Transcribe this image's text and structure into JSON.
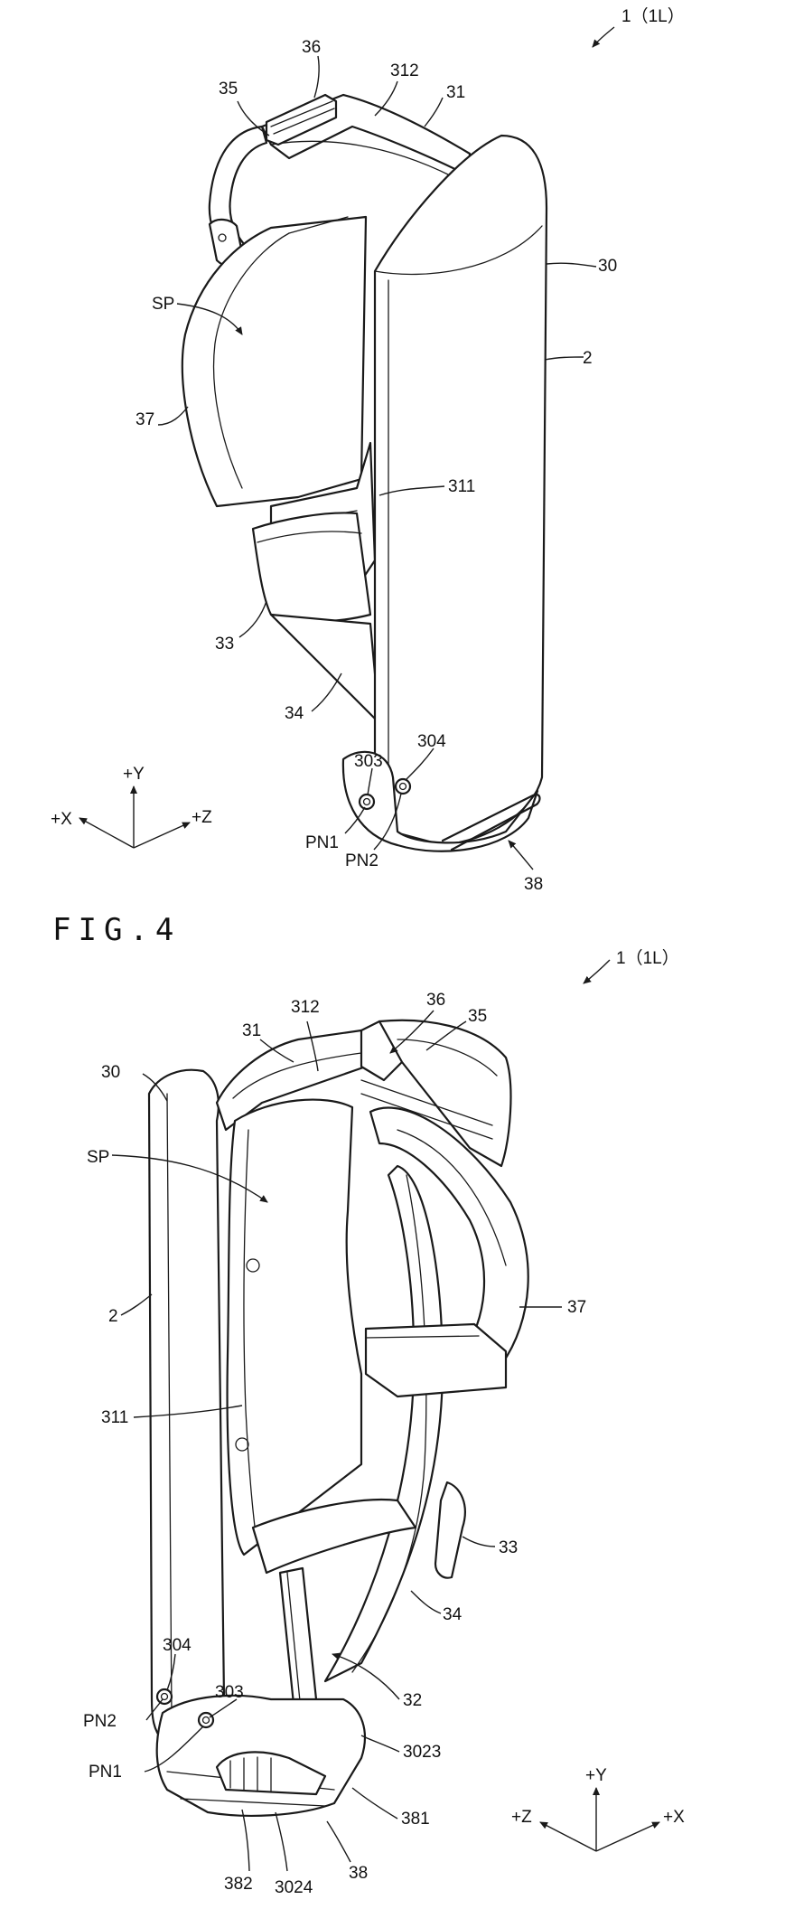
{
  "figure_top": {
    "ref_label": "1（1L）",
    "labels": {
      "l36": "36",
      "l312": "312",
      "l31": "31",
      "l35": "35",
      "l30": "30",
      "lSP": "SP",
      "l2": "2",
      "l37": "37",
      "l311": "311",
      "l33": "33",
      "l34": "34",
      "l304": "304",
      "l303": "303",
      "lPN1": "PN1",
      "lPN2": "PN2",
      "l38": "38"
    },
    "axes": {
      "y": "+Y",
      "x": "+X",
      "z": "+Z"
    }
  },
  "figure_bottom": {
    "title": "FIG.4",
    "ref_label": "1（1L）",
    "labels": {
      "l312": "312",
      "l36": "36",
      "l31": "31",
      "l35": "35",
      "l30": "30",
      "lSP": "SP",
      "l2": "2",
      "l37": "37",
      "l311": "311",
      "l33": "33",
      "l34": "34",
      "l304": "304",
      "l32": "32",
      "lPN2": "PN2",
      "l303": "303",
      "l3023": "3023",
      "lPN1": "PN1",
      "l381": "381",
      "l382": "382",
      "l3024": "3024",
      "l38": "38"
    },
    "axes": {
      "y": "+Y",
      "z": "+Z",
      "x": "+X"
    }
  }
}
